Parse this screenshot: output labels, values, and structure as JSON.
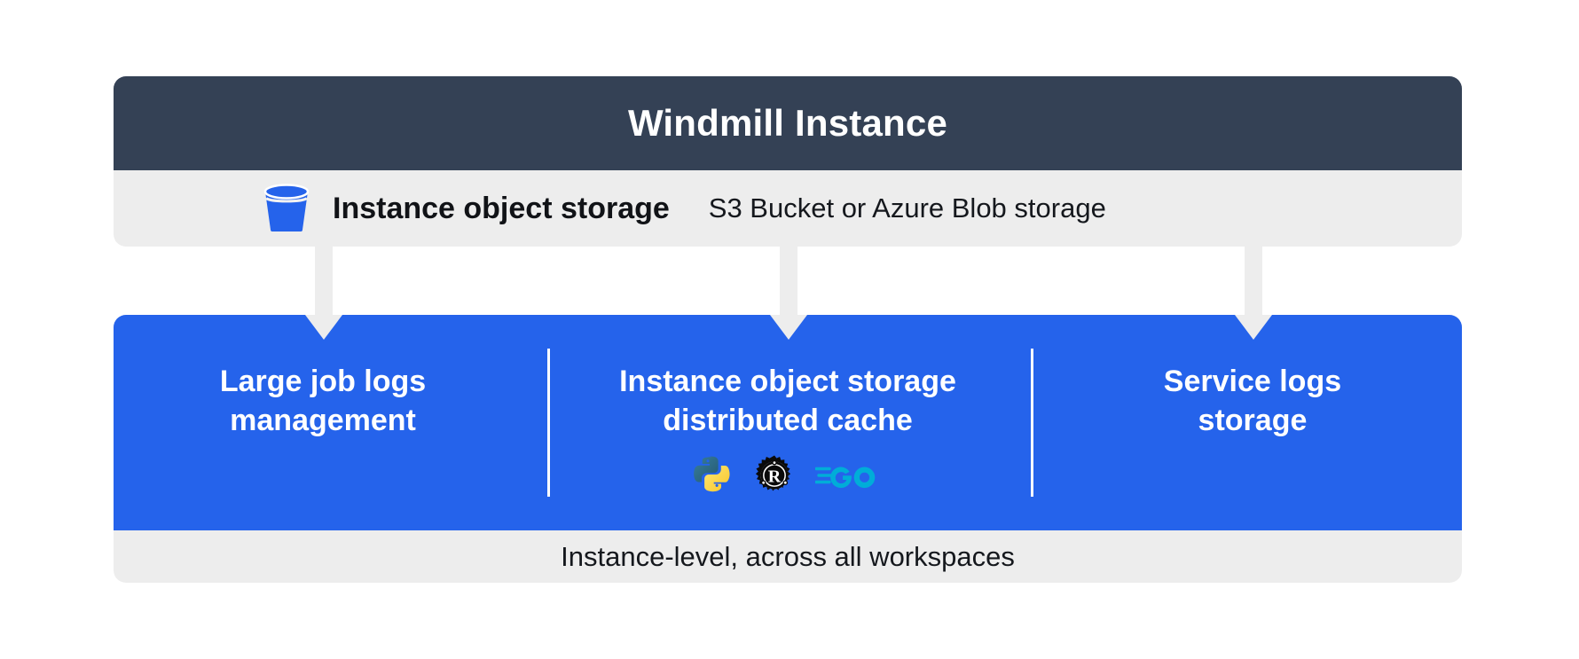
{
  "diagram": {
    "title": "Windmill Instance instance object storage architecture",
    "colors": {
      "header_bg": "#344155",
      "band_bg": "#ededed",
      "panel_bg": "#2563eb",
      "connector": "#ededed",
      "divider": "#ffffff",
      "bucket_blue": "#2563eb",
      "python_blue": "#2d6b8c",
      "python_yellow": "#ffd845",
      "rust_black": "#0a0a0a",
      "go_cyan": "#00add8"
    }
  },
  "header": {
    "title": "Windmill Instance"
  },
  "storage_row": {
    "icon": "bucket-icon",
    "label": "Instance object storage",
    "sublabel": "S3 Bucket or Azure Blob storage"
  },
  "features": {
    "columns": [
      {
        "id": "large-job-logs-management",
        "title": "Large job logs\nmanagement",
        "languages": []
      },
      {
        "id": "instance-object-storage-distributed-cache",
        "title": "Instance object storage\ndistributed cache",
        "languages": [
          "python-logo",
          "rust-logo",
          "go-logo"
        ]
      },
      {
        "id": "service-logs-storage",
        "title": "Service logs\nstorage",
        "languages": []
      }
    ]
  },
  "footer": {
    "text": "Instance-level, across all workspaces"
  },
  "connectors": [
    {
      "id": "connector-large-job-logs"
    },
    {
      "id": "connector-distributed-cache"
    },
    {
      "id": "connector-service-logs"
    }
  ]
}
